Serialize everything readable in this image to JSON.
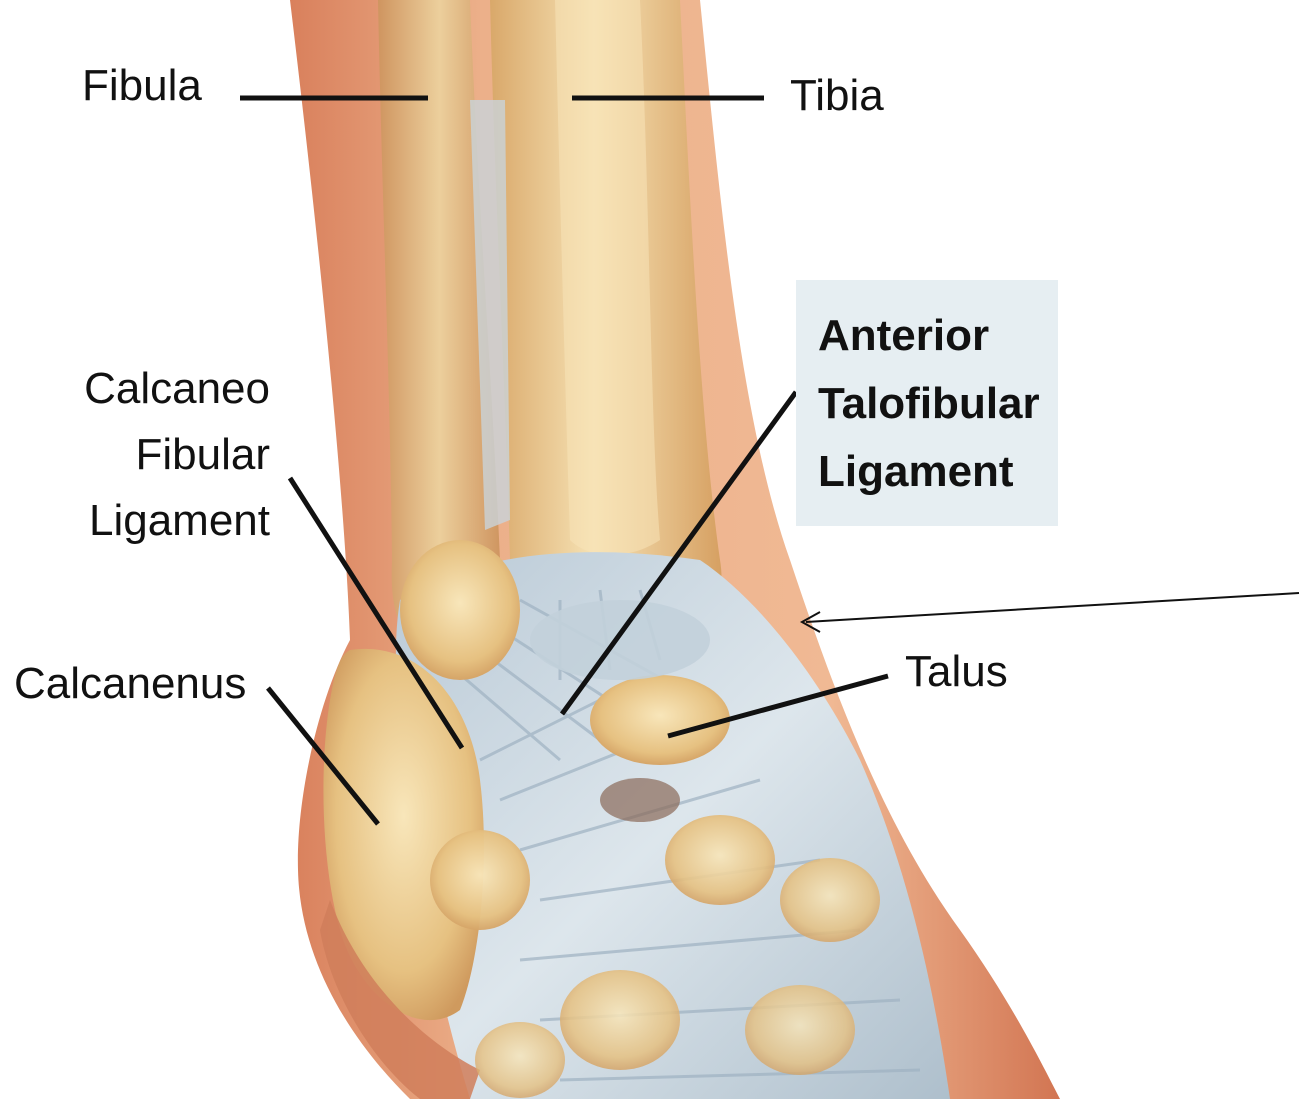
{
  "diagram": {
    "labels": {
      "fibula": "Fibula",
      "tibia": "Tibia",
      "calcaneofibular": [
        "Calcaneo",
        "Fibular",
        "Ligament"
      ],
      "atfl": [
        "Anterior",
        "Talofibular",
        "Ligament"
      ],
      "calcanenus": "Calcanenus",
      "talus": "Talus"
    },
    "colors": {
      "skin": "#e8a07a",
      "bone": "#e9c98c",
      "ligament": "#c9d6de",
      "leader_line": "#111111",
      "highlight_box": "#e6eef2"
    }
  }
}
